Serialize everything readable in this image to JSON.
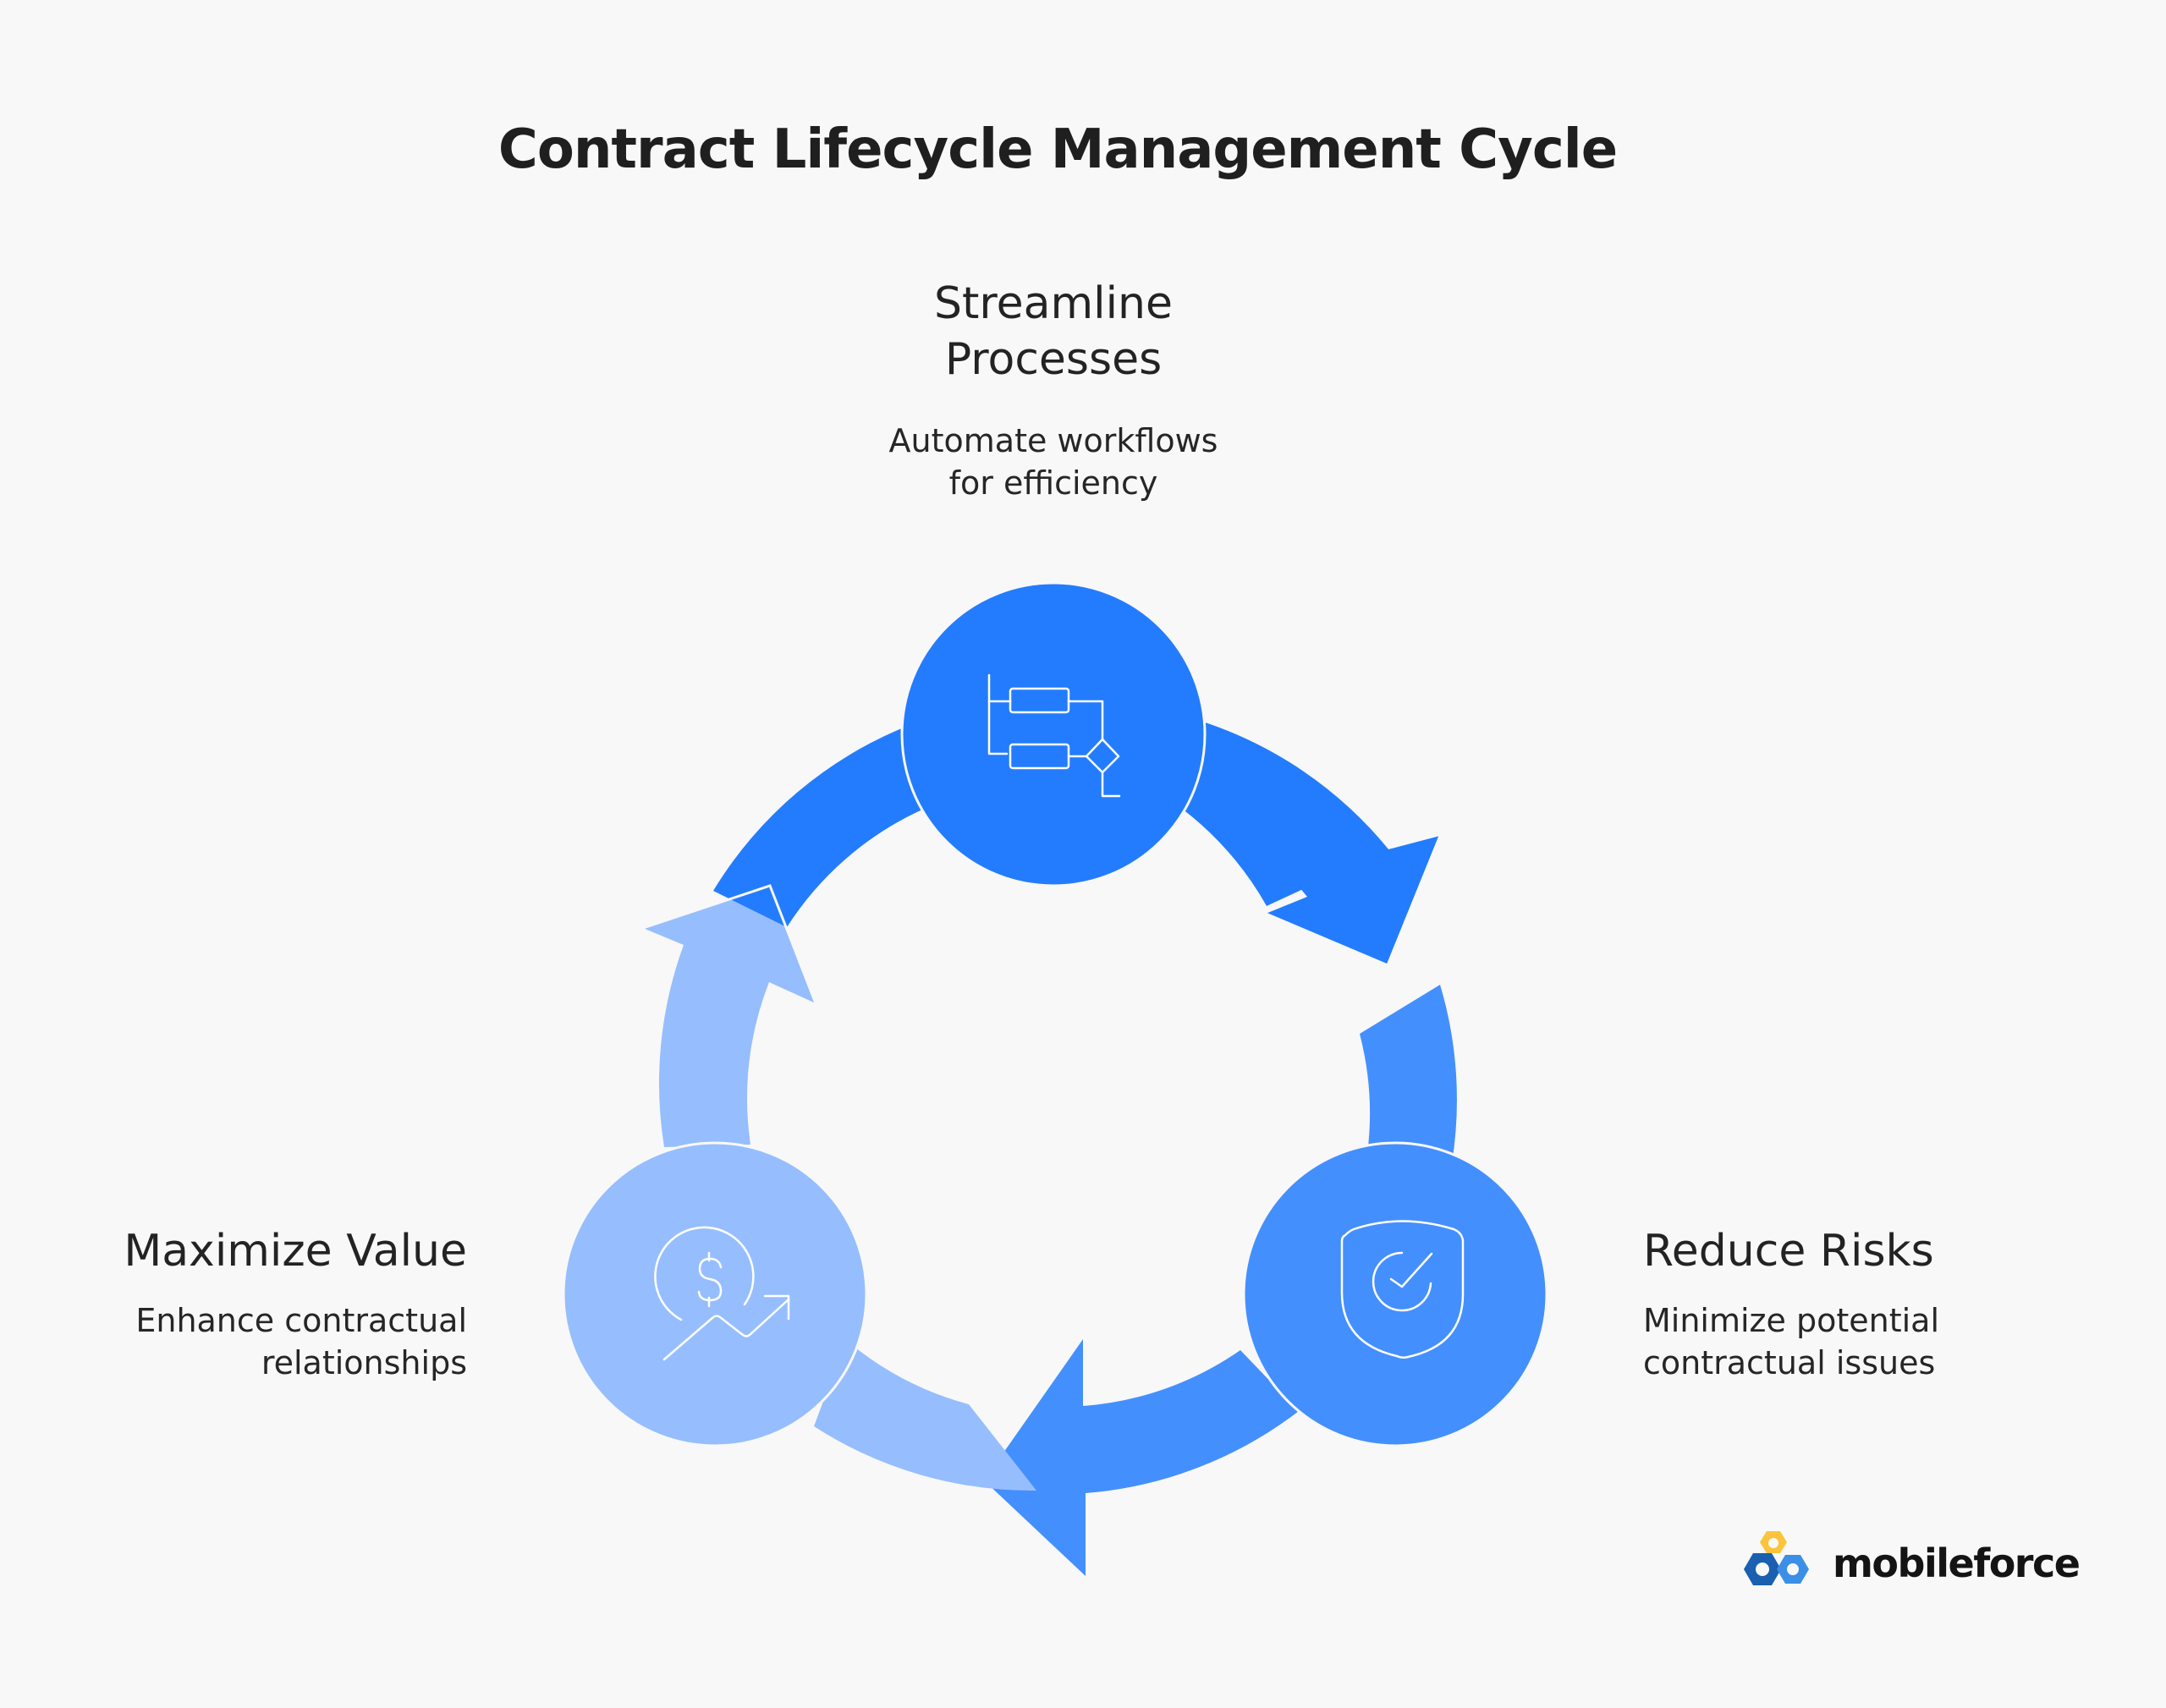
{
  "title": "Contract Lifecycle Management Cycle",
  "stages": [
    {
      "title": "Streamline Processes",
      "title_lines": [
        "Streamline",
        "Processes"
      ],
      "description": "Automate workflows for efficiency",
      "description_lines": [
        "Automate workflows",
        "for efficiency"
      ],
      "icon": "workflow-icon",
      "color": "#237cfe"
    },
    {
      "title": "Reduce Risks",
      "description": "Minimize potential contractual issues",
      "description_lines": [
        "Minimize potential",
        "contractual issues"
      ],
      "icon": "shield-check-icon",
      "color": "#448ffe"
    },
    {
      "title": "Maximize Value",
      "description": "Enhance contractual relationships",
      "description_lines": [
        "Enhance contractual",
        "relationships"
      ],
      "icon": "dollar-growth-icon",
      "color": "#96befe"
    }
  ],
  "logo": {
    "text": "mobileforce",
    "colors": [
      "#fbc43c",
      "#1a5fb0",
      "#3b8fe6"
    ]
  }
}
